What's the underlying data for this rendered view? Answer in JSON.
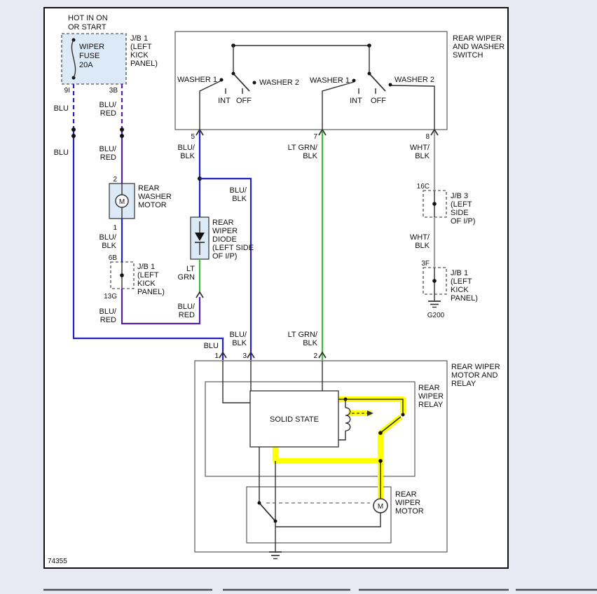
{
  "colors": {
    "page_bg": "#e9e9f3",
    "paper": "#ffffff",
    "box_fill": "#dce9f6",
    "wire_blue": "#2222c0",
    "wire_blue_red": "#5220a8",
    "wire_green": "#35c335",
    "wire_gray": "#a0a0a0",
    "highlight_yellow": "#ffff00"
  },
  "power": {
    "hot_lines": [
      "HOT IN ON",
      "OR START"
    ],
    "fuse_lines": [
      "WIPER",
      "FUSE",
      "20A"
    ],
    "pin_left": "9I",
    "pin_right": "3B"
  },
  "jb1_lines": [
    "J/B 1",
    "(LEFT",
    "KICK",
    "PANEL)"
  ],
  "jb3_lines": [
    "J/B 3",
    "(LEFT",
    "SIDE",
    "OF I/P)"
  ],
  "wires": {
    "blu": "BLU",
    "blu_red": [
      "BLU/",
      "RED"
    ],
    "blu_blk": [
      "BLU/",
      "BLK"
    ],
    "lt_grn_blk": [
      "LT GRN/",
      "BLK"
    ],
    "wht_blk": [
      "WHT/",
      "BLK"
    ],
    "lt_grn": [
      "LT",
      "GRN"
    ]
  },
  "switch": {
    "title_lines": [
      "REAR WIPER",
      "AND WASHER",
      "SWITCH"
    ],
    "washer1": "WASHER 1",
    "washer2": "WASHER 2",
    "int": "INT",
    "off": "OFF",
    "pin5": "5",
    "pin7": "7",
    "pin8": "8"
  },
  "washer_motor": {
    "title_lines": [
      "REAR",
      "WASHER",
      "MOTOR"
    ],
    "m": "M",
    "pin_top": "2",
    "pin_bottom": "1",
    "jb_top": "6B",
    "jb_bottom": "13G"
  },
  "diode": {
    "title_lines": [
      "REAR",
      "WIPER",
      "DIODE",
      "(LEFT SIDE",
      "OF I/P)"
    ]
  },
  "right_branch": {
    "jb3_pin": "16C",
    "jb1_pin": "3F",
    "ground": "G200"
  },
  "relay": {
    "title_lines": [
      "REAR WIPER",
      "MOTOR AND",
      "RELAY"
    ],
    "sub_lines": [
      "REAR",
      "WIPER",
      "RELAY"
    ],
    "solid_state": "SOLID STATE",
    "pin1": "1",
    "pin3": "3",
    "pin2": "2"
  },
  "motor": {
    "title_lines": [
      "REAR",
      "WIPER",
      "MOTOR"
    ],
    "m": "M"
  },
  "figure_number": "74355"
}
